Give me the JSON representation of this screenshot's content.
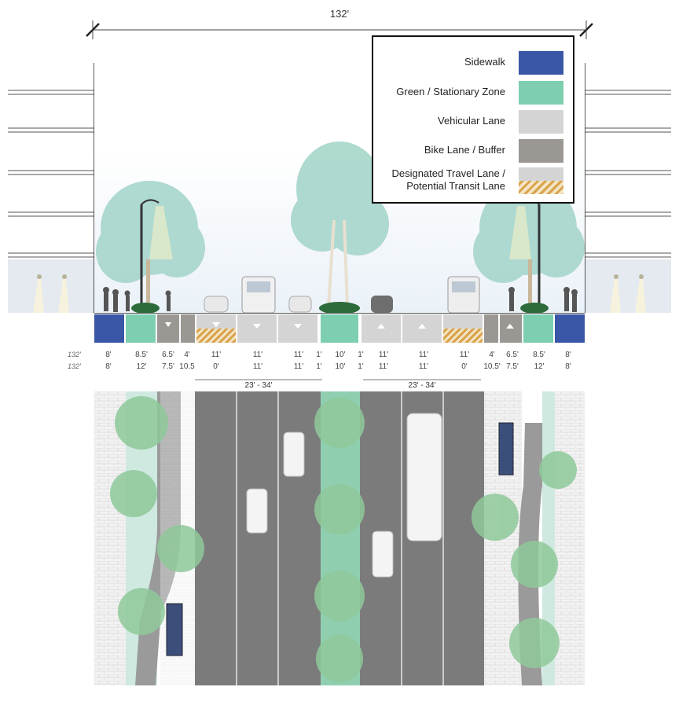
{
  "overall_width": "132'",
  "legend": [
    {
      "label": "Sidewalk",
      "color": "#3a56a6",
      "pattern": "solid"
    },
    {
      "label": "Green / Stationary Zone",
      "color": "#7dcfb0",
      "pattern": "solid"
    },
    {
      "label": "Vehicular Lane",
      "color": "#d4d4d4",
      "pattern": "solid"
    },
    {
      "label": "Bike Lane / Buffer",
      "color": "#9b9893",
      "pattern": "solid"
    },
    {
      "label": "Designated Travel Lane /\nPotential Transit Lane",
      "color": "#d4d4d4",
      "pattern": "hatched",
      "hatch_color": "#d9a24a"
    }
  ],
  "row_labels": [
    "132'",
    "132'"
  ],
  "dimensions_row1": [
    "8'",
    "8.5'",
    "6.5'",
    "4'",
    "11'",
    "11'",
    "11'",
    "1'",
    "10'",
    "1'",
    "11'",
    "11'",
    "11'",
    "4'",
    "6.5'",
    "8.5'",
    "8'"
  ],
  "dimensions_row2": [
    "8'",
    "12'",
    "7.5'",
    "10.5",
    "0'",
    "11'",
    "11'",
    "1'",
    "10'",
    "1'",
    "11'",
    "11'",
    "0'",
    "10.5'",
    "7.5'",
    "12'",
    "8'"
  ],
  "bracket_labels": [
    "23' - 34'",
    "23' - 34'"
  ]
}
